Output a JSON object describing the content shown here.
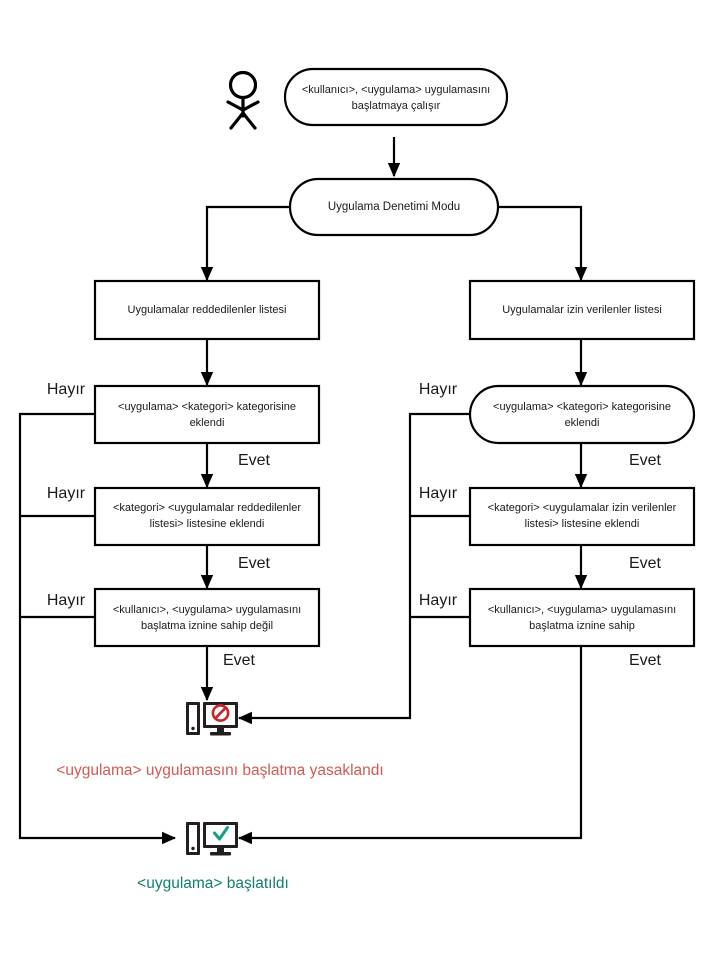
{
  "diagram": {
    "title": "Uygulama Denetimi Modu karar akisi",
    "language": "tr",
    "colors": {
      "stroke": "#000000",
      "text": "#1a1a1a",
      "denied": "#cf5b52",
      "allowed": "#127e6e",
      "icon_dark": "#231f20",
      "deny_symbol": "#cc2229",
      "check_symbol": "#14a085",
      "background": "#ffffff"
    },
    "actor": {
      "name": "user-actor",
      "shape": "stick-figure"
    },
    "nodes": {
      "start": {
        "shape": "rounded",
        "line1": "<kullanıcı>,  <uygulama> uygulamasını",
        "line2": "başlatmaya çalışır"
      },
      "mode": {
        "shape": "rounded",
        "line1": "Uygulama Denetimi Modu"
      },
      "denylist": {
        "shape": "rect",
        "line1": "Uygulamalar reddedilenler listesi"
      },
      "allowlist": {
        "shape": "rect",
        "line1": "Uygulamalar izin verilenler listesi"
      },
      "left_category": {
        "shape": "rect",
        "line1": "<uygulama> <kategori> kategorisine",
        "line2": "eklendi"
      },
      "left_list": {
        "shape": "rect",
        "line1": "<kategori> <uygulamalar reddedilenler",
        "line2": "listesi> listesine eklendi"
      },
      "left_permission": {
        "shape": "rect",
        "line1": "<kullanıcı>,  <uygulama> uygulamasını",
        "line2": "başlatma iznine sahip değil"
      },
      "right_category": {
        "shape": "rounded",
        "line1": "<uygulama> <kategori> kategorisine",
        "line2": "eklendi"
      },
      "right_list": {
        "shape": "rect",
        "line1": "<kategori> <uygulamalar izin verilenler",
        "line2": "listesi> listesine eklendi"
      },
      "right_permission": {
        "shape": "rect",
        "line1": "<kullanıcı>,  <uygulama> uygulamasını",
        "line2": "başlatma iznine sahip"
      }
    },
    "edge_labels": {
      "no": "Hayır",
      "yes": "Evet"
    },
    "edges": [
      {
        "id": "left-no-1",
        "label": "Hayır"
      },
      {
        "id": "left-yes-1",
        "label": "Evet"
      },
      {
        "id": "left-no-2",
        "label": "Hayır"
      },
      {
        "id": "left-yes-2",
        "label": "Evet"
      },
      {
        "id": "left-no-3",
        "label": "Hayır"
      },
      {
        "id": "left-yes-3",
        "label": "Evet"
      },
      {
        "id": "right-no-1",
        "label": "Hayır"
      },
      {
        "id": "right-yes-1",
        "label": "Evet"
      },
      {
        "id": "right-no-2",
        "label": "Hayır"
      },
      {
        "id": "right-yes-2",
        "label": "Evet"
      },
      {
        "id": "right-no-3",
        "label": "Hayır"
      },
      {
        "id": "right-yes-3",
        "label": "Evet"
      }
    ],
    "outcomes": {
      "denied": {
        "icon": "computer-blocked-icon",
        "caption": "<uygulama>  uygulamasını  başlatma yasaklandı"
      },
      "allowed": {
        "icon": "computer-allowed-icon",
        "caption": "<uygulama>  başlatıldı"
      }
    }
  }
}
